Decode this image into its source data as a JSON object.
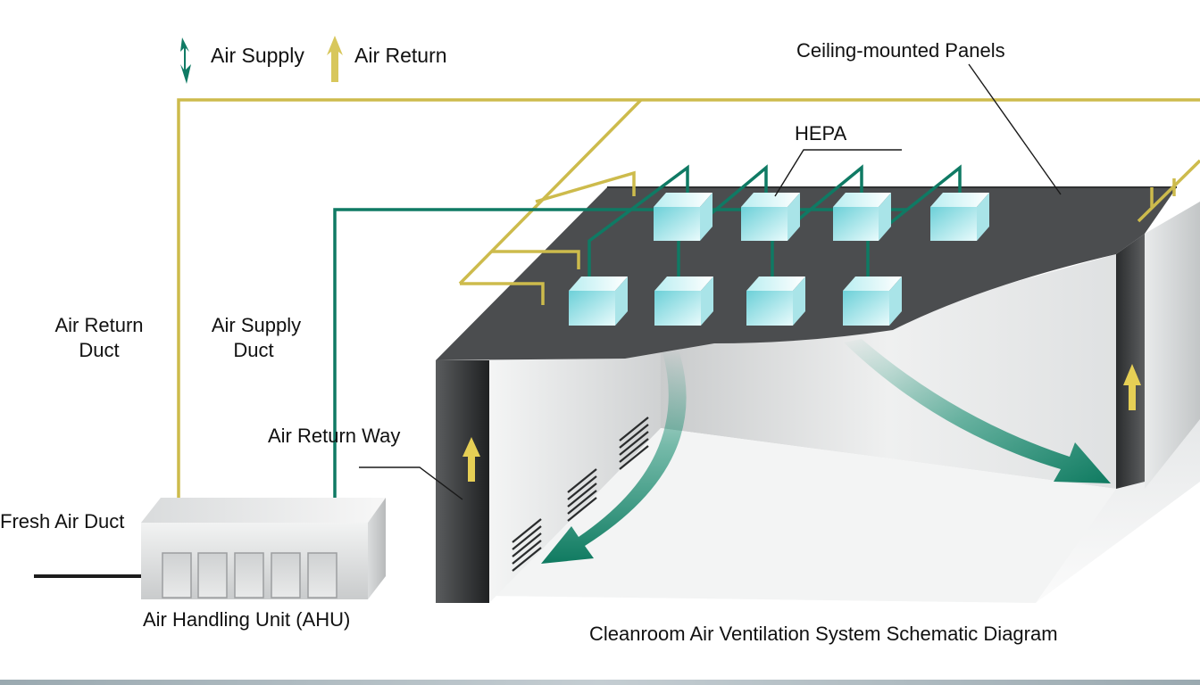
{
  "legend": {
    "supply_label": "Air Supply",
    "return_label": "Air Return",
    "supply_icon": "down-arrow-icon",
    "return_icon": "up-arrow-icon"
  },
  "labels": {
    "ceiling_panels": "Ceiling-mounted Panels",
    "hepa": "HEPA",
    "air_return_duct_line1": "Air Return",
    "air_return_duct_line2": "Duct",
    "air_supply_duct_line1": "Air Supply",
    "air_supply_duct_line2": "Duct",
    "air_return_way": "Air Return Way",
    "fresh_air_duct": "Fresh Air Duct",
    "ahu": "Air Handling Unit (AHU)",
    "caption": "Cleanroom Air Ventilation System Schematic Diagram"
  },
  "colors": {
    "supply": "#0f7a64",
    "return": "#cdbb4c",
    "ceiling": "#4a4c4e",
    "wall_dark": "#3a3c3e",
    "hepa": "#7fd6dc"
  }
}
